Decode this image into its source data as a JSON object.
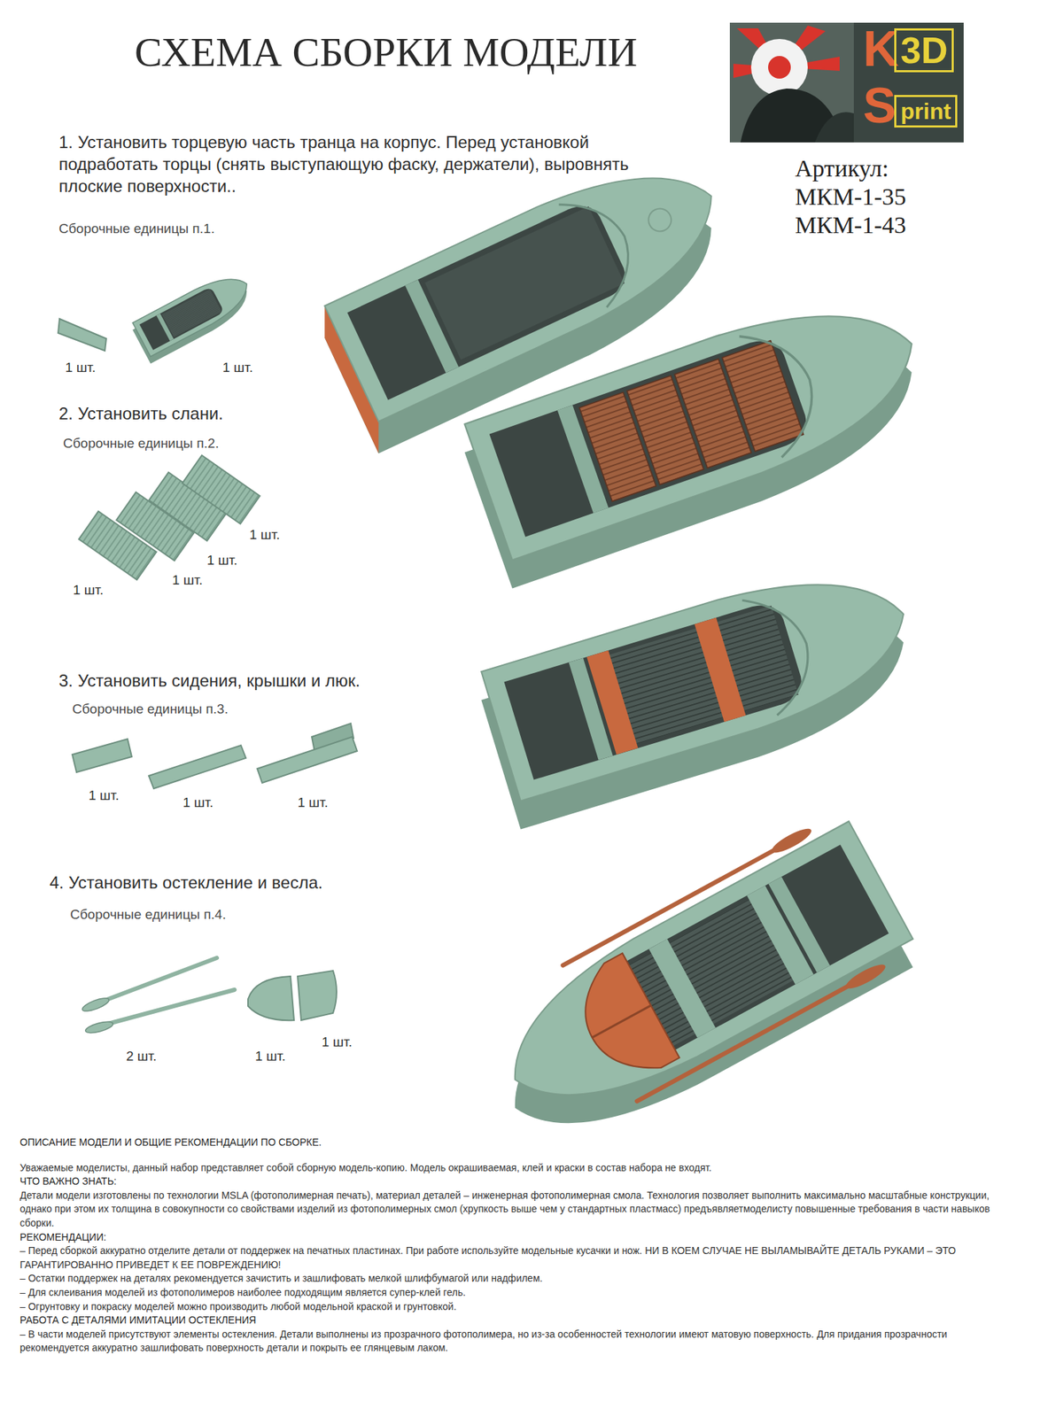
{
  "diagram": {
    "title": "СХЕМА СБОРКИ МОДЕЛИ",
    "nodes": [
      {
        "text": [
          "K",
          "3D",
          "S",
          "print"
        ]
      }
    ],
    "labels": [
      "Артикул:",
      "МКМ-1-35",
      "МКМ-1-43",
      "1. Установить торцевую часть транца на корпус. Перед установкой подработать торцы (снять выступающую фаску, держатели), выровнять плоские поверхности..",
      "Сборочные единицы п.1.",
      "1 шт.",
      "1 шт.",
      "2. Установить слани.",
      "Сборочные единицы п.2.",
      "1 шт.",
      "1 шт.",
      "1 шт.",
      "1 шт.",
      "3. Установить сидения, крышки и люк.",
      "Сборочные единицы п.3.",
      "1 шт.",
      "1 шт.",
      "1 шт.",
      "4. Установить остекление и весла.",
      "Сборочные единицы п.4.",
      "2 шт.",
      "1 шт.",
      "1 шт.",
      "ОПИСАНИЕ МОДЕЛИ И ОБЩИЕ РЕКОМЕНДАЦИИ ПО СБОРКЕ.",
      "Уважаемые моделисты, данный набор представляет собой сборную модель-копию. Модель окрашиваемая, клей и краски в состав набора не входят.",
      "ЧТО ВАЖНО ЗНАТЬ:",
      "Детали модели изготовлены по технологии MSLA (фотополимерная печать), материал деталей – инженерная фотополимерная смола. Технология позволяет выполнить максимально масштабные конструкции, однако при этом их толщина в совокупности со свойствами изделий из фотополимерных смол (хрупкость выше чем у стандартных пластмасс) предъявляетмоделисту повышенные требования в части навыков сборки.",
      "РЕКОМЕНДАЦИИ:",
      "– Перед сборкой аккуратно отделите детали от поддержек на печатных пластинах. При работе используйте модельные кусачки и нож. НИ В КОЕМ СЛУЧАЕ НЕ ВЫЛАМЫВАЙТЕ ДЕТАЛЬ РУКАМИ – ЭТО ГАРАНТИРОВАННО ПРИВЕДЕТ К ЕЕ ПОВРЕЖДЕНИЮ!",
      "– Остатки поддержек на деталях рекомендуется зачистить и зашлифовать мелкой шлифбумагой или надфилем.",
      "– Для склеивания моделей из фотополимеров наиболее подходящим является супер-клей гель.",
      "– Огрунтовку и покраску моделей можно производить любой модельной краской и грунтовкой.",
      "РАБОТА С ДЕТАЛЯМИ ИМИТАЦИИ ОСТЕКЛЕНИЯ",
      "– В части моделей присутствуют элементы остекления. Детали выполнены из прозрачного фотополимера, но из-за особенностей технологии имеют матовую поверхность. Для придания прозрачности рекомендуется аккуратно зашлифовать поверхность детали и покрыть ее глянцевым лаком."
    ]
  }
}
